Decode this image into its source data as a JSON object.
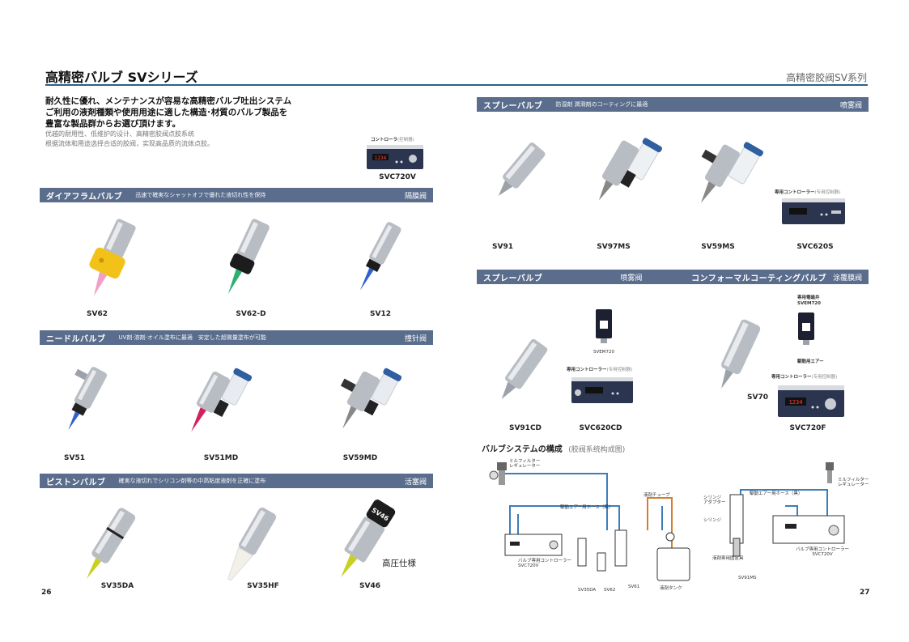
{
  "header": {
    "title": "高精密バルブ  SVシリーズ",
    "title_cn": "高精密胶阀SV系列"
  },
  "intro": {
    "line1": "耐久性に優れ、メンテナンスが容易な高精密バルブ吐出システム",
    "line2": "ご利用の液剤種類や使用用途に適した構造･材質のバルブ製品を",
    "line3": "豊富な製品群からお選び頂けます。",
    "cn1": "优越的耐用性、低维护的设计、高精密胶阀点胶系统",
    "cn2": "根据流体和用途选择合适的胶阀，实现高品质的流体点胶。"
  },
  "controller_top": {
    "caption": "コントローラ",
    "caption_sub": "(控制器)",
    "name": "SVC720V",
    "display": "1234"
  },
  "sections": {
    "diaphragm": {
      "title": "ダイアフラムバルブ",
      "desc": "迅速で確実なシャットオフで優れた液切れ性を保持",
      "cn": "隔膜阀"
    },
    "needle": {
      "title": "ニードルバルブ",
      "desc": "UV剤·溶剤·オイル塗布に最適　安定した超微量塗布が可能",
      "cn": "撞针阀"
    },
    "piston": {
      "title": "ピストンバルブ",
      "desc": "確実な液切れでシリコン剤等の中高粘度液剤を正確に塗布",
      "cn": "活塞阀"
    },
    "spray": {
      "title": "スプレーバルブ",
      "desc": "防湿剤 潤滑剤のコーティングに最適",
      "cn": "喷雾阀"
    },
    "spray2": {
      "title": "スプレーバルブ",
      "cn": "喷雾阀"
    },
    "conformal": {
      "title": "コンフォーマルコーティングバルブ",
      "cn": "涂覆膜阀"
    }
  },
  "products": {
    "sv62": "SV62",
    "sv62d": "SV62-D",
    "sv12": "SV12",
    "sv51": "SV51",
    "sv51md": "SV51MD",
    "sv59md": "SV59MD",
    "sv35da": "SV35DA",
    "sv35hf": "SV35HF",
    "sv46": "SV46",
    "sv46_note": "高圧仕様",
    "sv91": "SV91",
    "sv97ms": "SV97MS",
    "sv59ms": "SV59MS",
    "svc620s": "SVC620S",
    "sv91cd": "SV91CD",
    "svc620cd": "SVC620CD",
    "sv70": "SV70",
    "svc720f": "SVC720F"
  },
  "captions": {
    "dedicated_controller": "専用コントローラー",
    "dedicated_controller_cn": "(专用控制器)",
    "svem720": "SVEM720",
    "solenoid": "専用電磁弁",
    "solenoid_model": "SVEM720",
    "drive_air": "駆動用エアー"
  },
  "system": {
    "title": "バルブシステムの構成",
    "title_cn": "(胶阀系统构成图)",
    "filter": "ミルフィルター",
    "regulator": "レギュレーター",
    "air_hose": "駆動エアー用ホース（黒）",
    "fluid_tube": "液剤チューブ",
    "controller": "バルブ専用コントローラー",
    "controller_model": "SVC720V",
    "sv35da": "SV35DA",
    "sv62": "SV62",
    "sv61": "SV61",
    "tank": "液剤タンク",
    "syringe_adapter": "シリンジ",
    "syringe_adapter2": "アダプター",
    "syringe": "シリンジ",
    "liquid_holder": "液剤専用固定具",
    "sv91ms": "SV91MS",
    "air_hose2": "駆動エアー用ホース（黒）",
    "filter2": "ミルフィルター",
    "regulator2": "レギュレーター",
    "controller2": "バルブ専用コントローラー",
    "controller2_model": "SVC720V"
  },
  "pages": {
    "left": "26",
    "right": "27"
  },
  "colors": {
    "bar": "#5a6d8c",
    "rule": "#2e5f8a",
    "yellow": "#f3c21a",
    "pink": "#f0a0c8",
    "green": "#2fb070",
    "blue": "#2f5fd0"
  }
}
